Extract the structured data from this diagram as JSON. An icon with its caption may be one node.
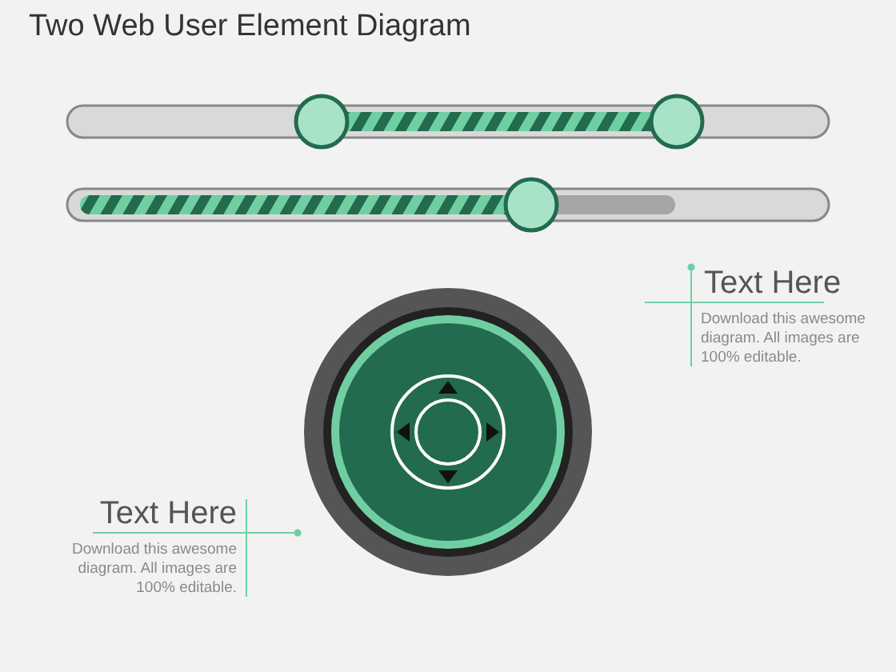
{
  "diagram": {
    "title": "Two Web User Element Diagram",
    "labels": [
      "Text Here",
      "Download this awesome diagram. All images are 100% editable.",
      "Text Here",
      "Download this awesome diagram. All images are 100% editable."
    ]
  }
}
